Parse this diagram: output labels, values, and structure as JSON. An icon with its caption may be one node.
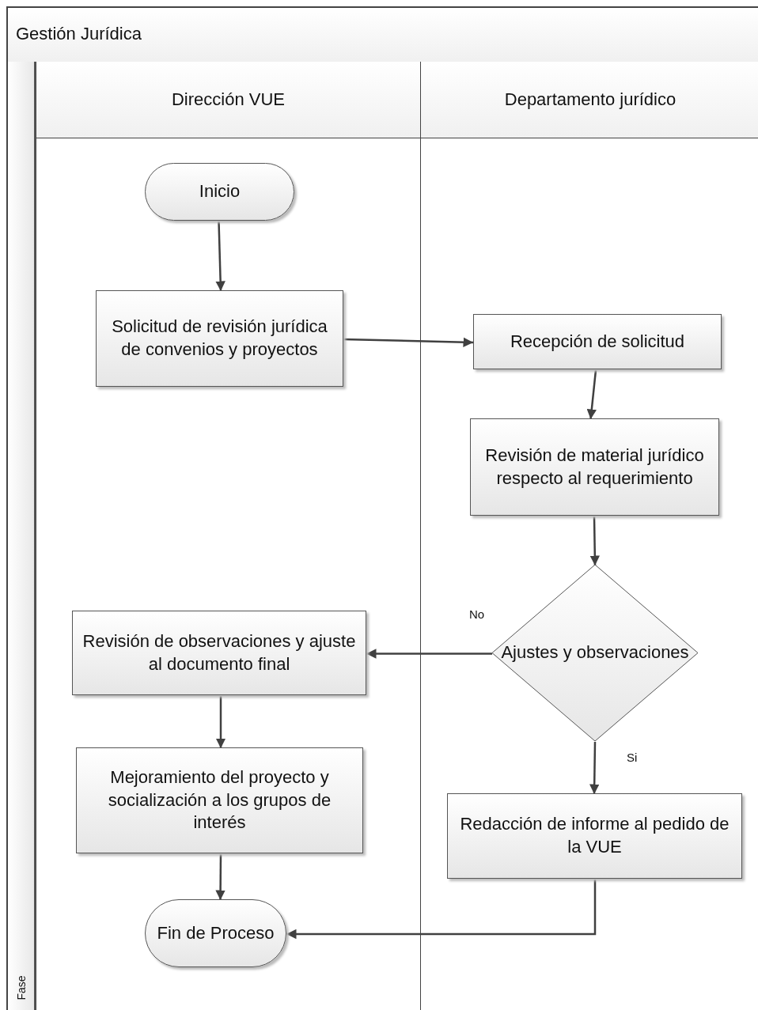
{
  "diagram": {
    "nodes": [
      {
        "text": [
          "Gestión Jurídica"
        ]
      },
      {
        "text": [
          "Fase"
        ],
        "in": 0
      },
      {
        "text": [
          "Dirección VUE"
        ],
        "in": 0
      },
      {
        "text": [
          "Departamento jurídico"
        ],
        "in": 0
      },
      {
        "text": [
          "Inicio"
        ],
        "in": 2
      },
      {
        "text": [
          "Solicitud de revisión jurídica de convenios y proyectos"
        ],
        "in": 2
      },
      {
        "text": [
          "Recepción de solicitud"
        ],
        "in": 3
      },
      {
        "text": [
          "Revisión de material jurídico respecto al requerimiento"
        ],
        "in": 3
      },
      {
        "text": [
          "Ajustes y observaciones"
        ],
        "in": 3
      },
      {
        "text": [
          "Revisión de observaciones y ajuste al documento final"
        ],
        "in": 2
      },
      {
        "text": [
          "Mejoramiento del proyecto y socialización a los grupos de interés"
        ],
        "in": 2
      },
      {
        "text": [
          "Redacción de informe al pedido de la VUE"
        ],
        "in": 3
      },
      {
        "text": [
          "Fin de Proceso"
        ],
        "in": 2
      }
    ],
    "edges": [
      {
        "from": 4,
        "to": 5,
        "arrow": "to"
      },
      {
        "from": 5,
        "to": 6,
        "arrow": "to"
      },
      {
        "from": 6,
        "to": 7,
        "arrow": "to"
      },
      {
        "from": 7,
        "to": 8,
        "arrow": "to"
      },
      {
        "from": 8,
        "to": 9,
        "arrow": "to",
        "label": "No"
      },
      {
        "from": 8,
        "to": 11,
        "arrow": "to",
        "label": "Si"
      },
      {
        "from": 9,
        "to": 10,
        "arrow": "to"
      },
      {
        "from": 10,
        "to": 12,
        "arrow": "to"
      },
      {
        "from": 11,
        "to": 12,
        "arrow": "to"
      }
    ]
  }
}
